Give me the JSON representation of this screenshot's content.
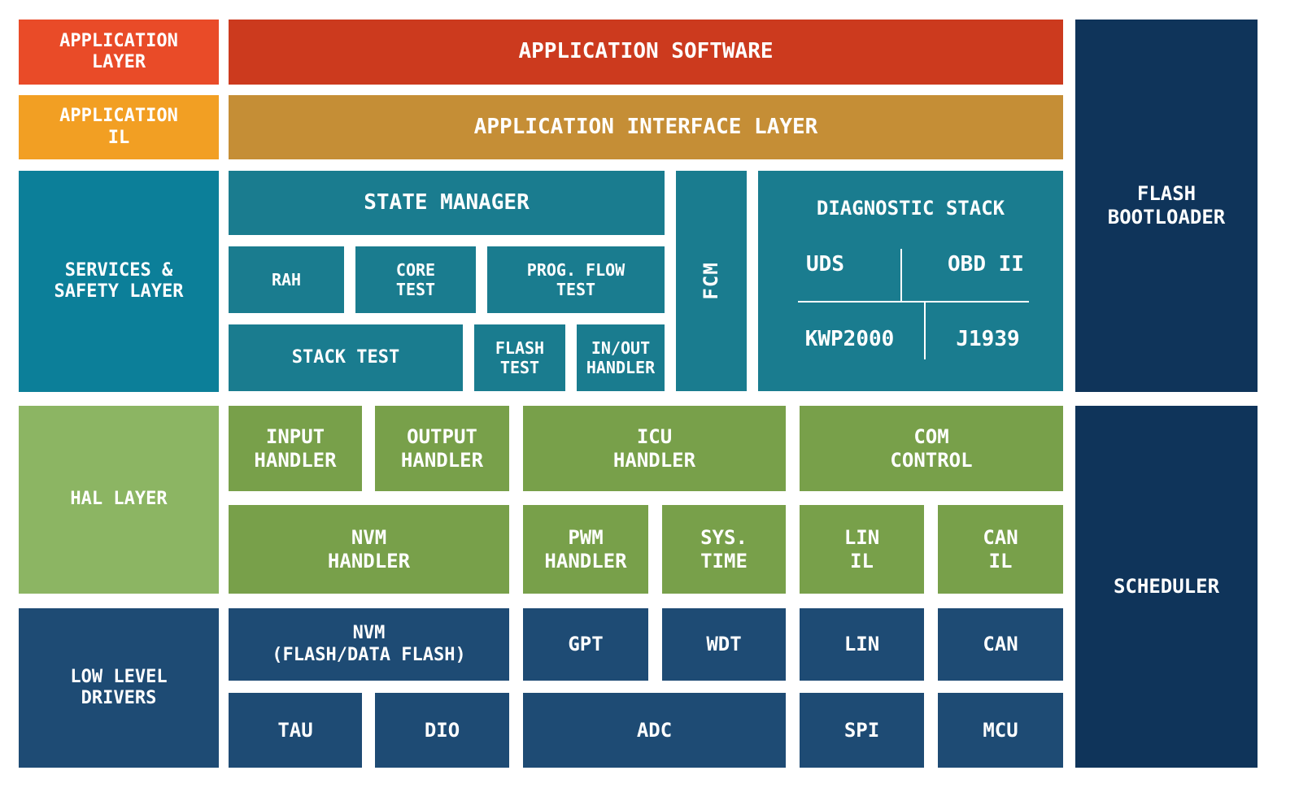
{
  "layers": {
    "application": "APPLICATION\nLAYER",
    "application_il": "APPLICATION\nIL",
    "services_safety": "SERVICES &\nSAFETY LAYER",
    "hal": "HAL LAYER",
    "low_level": "LOW LEVEL\nDRIVERS"
  },
  "application_software": "APPLICATION SOFTWARE",
  "application_interface_layer": "APPLICATION INTERFACE LAYER",
  "flash_bootloader": "FLASH\nBOOTLOADER",
  "scheduler": "SCHEDULER",
  "services": {
    "state_manager": "STATE MANAGER",
    "rah": "RAH",
    "core_test": "CORE\nTEST",
    "prog_flow_test": "PROG. FLOW\nTEST",
    "stack_test": "STACK TEST",
    "flash_test": "FLASH\nTEST",
    "inout_handler": "IN/OUT\nHANDLER",
    "fcm": "FCM"
  },
  "diagnostic": {
    "title": "DIAGNOSTIC STACK",
    "uds": "UDS",
    "obd": "OBD II",
    "kwp": "KWP2000",
    "j1939": "J1939"
  },
  "hal": {
    "input_handler": "INPUT\nHANDLER",
    "output_handler": "OUTPUT\nHANDLER",
    "icu_handler": "ICU\nHANDLER",
    "com_control": "COM\nCONTROL",
    "nvm_handler": "NVM\nHANDLER",
    "pwm_handler": "PWM\nHANDLER",
    "sys_time": "SYS.\nTIME",
    "lin_il": "LIN\nIL",
    "can_il": "CAN\nIL"
  },
  "drivers": {
    "nvm": "NVM\n(FLASH/DATA FLASH)",
    "gpt": "GPT",
    "wdt": "WDT",
    "lin": "LIN",
    "can": "CAN",
    "tau": "TAU",
    "dio": "DIO",
    "adc": "ADC",
    "spi": "SPI",
    "mcu": "MCU"
  }
}
